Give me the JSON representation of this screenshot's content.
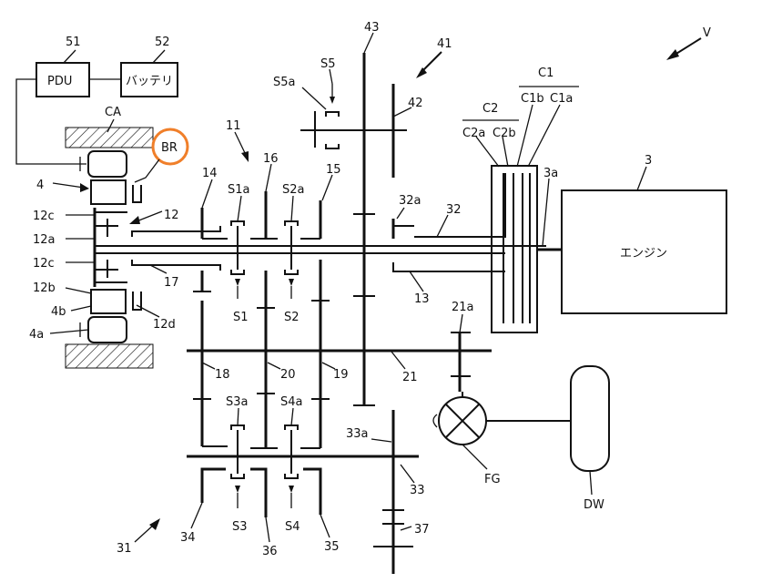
{
  "blocks": {
    "pdu": "PDU",
    "battery": "バッテリ",
    "engine": "エンジン"
  },
  "labels": {
    "v": "V",
    "ca": "CA",
    "br": "BR",
    "n51": "51",
    "n52": "52",
    "n43": "43",
    "n41": "41",
    "n42": "42",
    "s5": "S5",
    "s5a": "S5a",
    "n11": "11",
    "n14": "14",
    "n16": "16",
    "n15": "15",
    "s1a": "S1a",
    "s2a": "S2a",
    "n12": "12",
    "n12a": "12a",
    "n12b": "12b",
    "n12c_top": "12c",
    "n12c_mid": "12c",
    "n12d": "12d",
    "n4": "4",
    "n4a": "4a",
    "n4b": "4b",
    "n17": "17",
    "s1": "S1",
    "s2": "S2",
    "n13": "13",
    "n32": "32",
    "n32a": "32a",
    "c1": "C1",
    "c1a": "C1a",
    "c1b": "C1b",
    "c2": "C2",
    "c2a": "C2a",
    "c2b": "C2b",
    "n3": "3",
    "n3a": "3a",
    "n21": "21",
    "n21a": "21a",
    "n18": "18",
    "n20": "20",
    "n19": "19",
    "s3a": "S3a",
    "s4a": "S4a",
    "n33a": "33a",
    "n33": "33",
    "fg": "FG",
    "dw": "DW",
    "n31": "31",
    "n34": "34",
    "s3": "S3",
    "s4": "S4",
    "n36": "36",
    "n35": "35",
    "n37": "37"
  },
  "colors": {
    "line": "#111111",
    "highlight": "#f07f2a",
    "background": "#ffffff"
  }
}
